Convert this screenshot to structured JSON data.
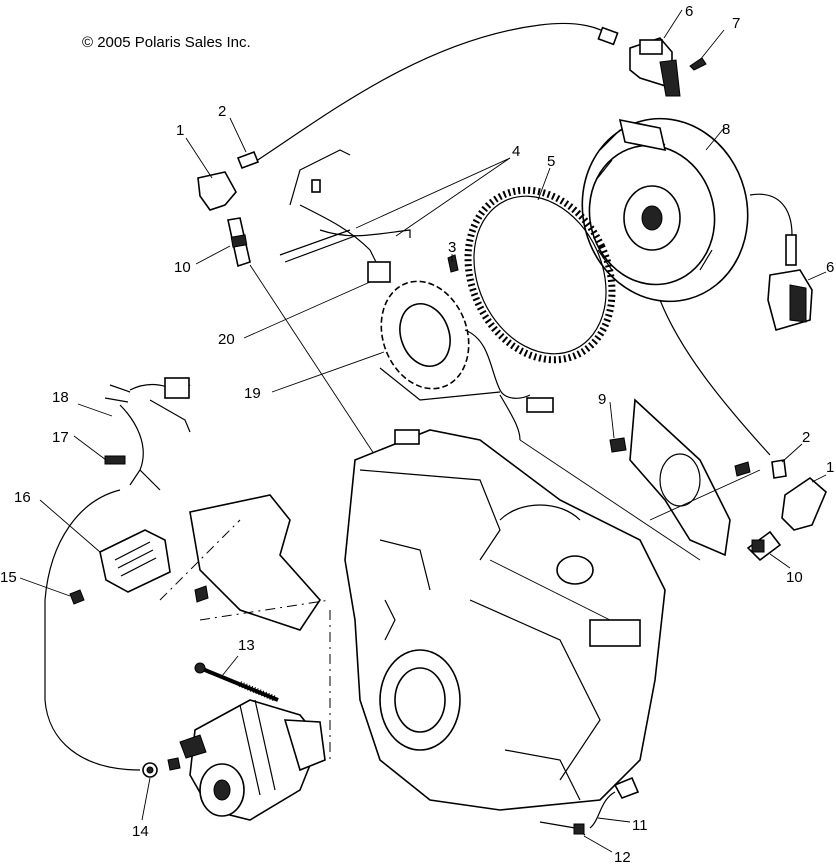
{
  "copyright": "© 2005 Polaris Sales Inc.",
  "callouts": [
    {
      "id": "c6a",
      "label": "6"
    },
    {
      "id": "c7",
      "label": "7"
    },
    {
      "id": "c8",
      "label": "8"
    },
    {
      "id": "c6b",
      "label": "6"
    },
    {
      "id": "c1a",
      "label": "1"
    },
    {
      "id": "c2a",
      "label": "2"
    },
    {
      "id": "c4",
      "label": "4"
    },
    {
      "id": "c5",
      "label": "5"
    },
    {
      "id": "c10a",
      "label": "10"
    },
    {
      "id": "c3",
      "label": "3"
    },
    {
      "id": "c20",
      "label": "20"
    },
    {
      "id": "c19",
      "label": "19"
    },
    {
      "id": "c18",
      "label": "18"
    },
    {
      "id": "c17",
      "label": "17"
    },
    {
      "id": "c16",
      "label": "16"
    },
    {
      "id": "c15",
      "label": "15"
    },
    {
      "id": "c9",
      "label": "9"
    },
    {
      "id": "c2b",
      "label": "2"
    },
    {
      "id": "c1b",
      "label": "1"
    },
    {
      "id": "c10b",
      "label": "10"
    },
    {
      "id": "c13",
      "label": "13"
    },
    {
      "id": "c14",
      "label": "14"
    },
    {
      "id": "c11",
      "label": "11"
    },
    {
      "id": "c12",
      "label": "12"
    }
  ]
}
